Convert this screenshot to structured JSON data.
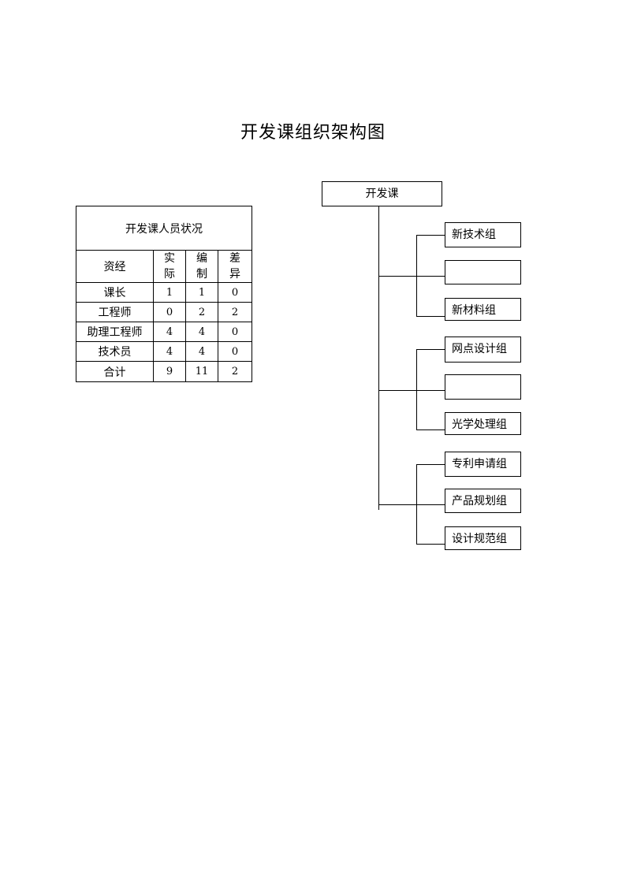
{
  "page_title": "开发课组织架构图",
  "staff_table": {
    "caption": "开发课人员状况",
    "headers": {
      "qualification": "资经",
      "actual": "实\n际",
      "planned": "编\n制",
      "difference": "差\n异"
    },
    "rows": [
      {
        "role": "课长",
        "actual": "1",
        "planned": "1",
        "difference": "0"
      },
      {
        "role": "工程师",
        "actual": "0",
        "planned": "2",
        "difference": "2"
      },
      {
        "role": "助理工程师",
        "actual": "4",
        "planned": "4",
        "difference": "0"
      },
      {
        "role": "技术员",
        "actual": "4",
        "planned": "4",
        "difference": "0"
      },
      {
        "role": "合计",
        "actual": "9",
        "planned": "11",
        "difference": "2"
      }
    ]
  },
  "org_chart": {
    "root": "开发课",
    "groups": [
      {
        "units": [
          "新技术组",
          "",
          "新材料组"
        ]
      },
      {
        "units": [
          "网点设计组",
          "",
          "光学处理组"
        ]
      },
      {
        "units": [
          "专利申请组",
          "产品规划组",
          "设计规范组"
        ]
      }
    ]
  }
}
